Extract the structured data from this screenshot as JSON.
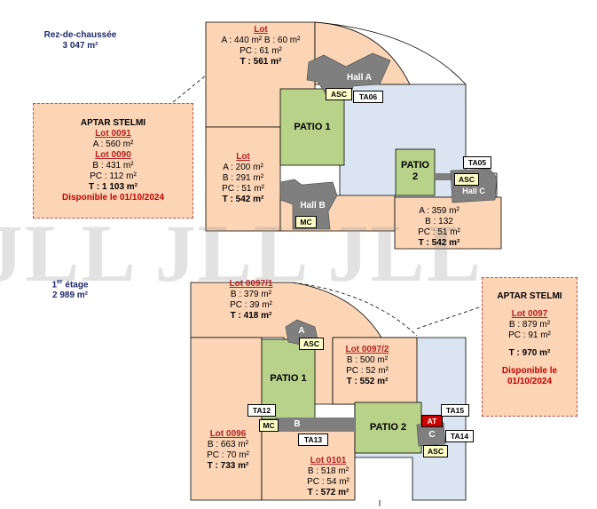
{
  "ground_floor": {
    "title": "Rez-de-chaussée",
    "area": "3 047 m²",
    "lot_top": {
      "name": "Lot",
      "line1": "A : 440 m² B : 60 m²",
      "line2": "PC : 61 m²",
      "total": "T : 561 m²"
    },
    "lot_left": {
      "name": "Lot",
      "line1": "A : 200 m²",
      "line2": "B : 291 m²",
      "line3": "PC : 51 m²",
      "total": "T : 542 m²"
    },
    "lot_right": {
      "line1": "A : 359 m²",
      "line2": "B : 132",
      "line3": "PC : 51 m²",
      "total": "T : 542 m²"
    },
    "patio1": "PATIO 1",
    "patio2": "PATIO",
    "patio2_num": "2",
    "hall_a": "Hall A",
    "hall_b": "Hall B",
    "hall_c": "Hall C",
    "tags": {
      "asc1": "ASC",
      "ta06": "TA06",
      "ta05": "TA05",
      "asc2": "ASC",
      "mc": "MC"
    }
  },
  "card_ground": {
    "company": "APTAR STELMI",
    "lot_a": "Lot 0091",
    "lot_a_line": "A : 560 m²",
    "lot_b": "Lot 0090",
    "lot_b_line1": "B : 431 m²",
    "lot_b_line2": "PC : 112 m²",
    "total": "T : 1 103 m²",
    "available": "Disponible le 01/10/2024"
  },
  "first_floor": {
    "title_num": "1",
    "title_sup": "er",
    "title_rest": " étage",
    "area": "2 989 m²",
    "lot_00971": {
      "name": "Lot 0097/1",
      "line1": "B : 379 m²",
      "line2": "PC : 39 m²",
      "total": "T : 418 m²"
    },
    "lot_00972": {
      "name": "Lot 0097/2",
      "line1": "B : 500 m²",
      "line2": "PC : 52 m²",
      "total": "T : 552 m²"
    },
    "lot_0096": {
      "name": "Lot 0096",
      "line1": "B : 663 m²",
      "line2": "PC : 70 m²",
      "total": "T : 733 m²"
    },
    "lot_0101": {
      "name": "Lot 0101",
      "line1": "B : 518 m²",
      "line2": "PC : 54 m²",
      "total": "T : 572 m²"
    },
    "patio1": "PATIO 1",
    "patio2": "PATIO 2",
    "hall_a": "A",
    "hall_b": "B",
    "hall_c": "C",
    "tags": {
      "asc_a": "ASC",
      "ta12": "TA12",
      "mc": "MC",
      "ta13": "TA13",
      "at": "AT",
      "ta15": "TA15",
      "ta14": "TA14",
      "asc_c": "ASC"
    }
  },
  "card_first": {
    "company": "APTAR STELMI",
    "lot": "Lot 0097",
    "line1": "B : 879 m²",
    "line2": "PC : 91 m²",
    "total": "T : 970 m²",
    "available": "Disponible le 01/10/2024"
  },
  "watermark": "JLL JLL JLL",
  "colors": {
    "salmon": "#fbd5b5",
    "blue": "#dbe5f1",
    "patio": "#b9d28a",
    "hall": "#7f7f7f",
    "red": "#c00000",
    "navy": "#1f2a6b"
  }
}
